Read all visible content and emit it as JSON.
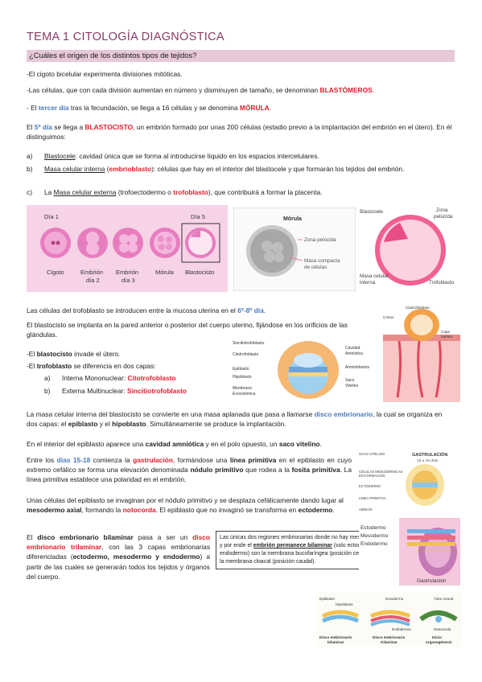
{
  "title": "TEMA 1 CITOLOGÍA DIAGNÓSTICA",
  "question": "¿Cuáles el origen de los distintos tipos de tejidos?",
  "p1": "-El cigoto bicelular experimenta divisiones mitóticas.",
  "p2": {
    "a": "-Las células, que con cada división aumentan en número y disminuyen de tamaño, se denominan ",
    "b": "BLASTÓMEROS",
    "c": "."
  },
  "p3": {
    "a": "- El ",
    "b": "tercer día",
    "c": " tras la fecundación, se llega a 16 células y se denomina ",
    "d": "MÓRULA",
    "e": "."
  },
  "p4": {
    "a": "El ",
    "b": "5º día",
    "c": " se llega a ",
    "d": "BLASTOCISTO",
    "e": ", un embrión formado por unas 200 células (estadio previo a la implantación del embrión en el útero). En él distinguimos:"
  },
  "list1": [
    {
      "m": "a)",
      "a": "Blastocele",
      "b": ": cavidad única que se forma al introducirse líquido en los espacios intercelulares."
    },
    {
      "m": "b)",
      "a": "Masa celular interna",
      "b": " (",
      "c": "embrioblasto",
      "d": "): células que hay en el interior del blastocele y que formarán los tejidos del embrión."
    },
    {
      "m": "c)",
      "a": "La ",
      "b": "Masa celular externa",
      "c": " (trofoectodermo o ",
      "d": "trofoblasto",
      "e": "), que contribuirá a formar la placenta."
    }
  ],
  "fig1": {
    "stages": [
      "Cigoto",
      "Embrión día 2",
      "Embrión día 3",
      "Mórula",
      "Blastocisto"
    ],
    "day1": "Día 1",
    "day5": "Día 5",
    "morula_title": "Mórula",
    "zona": "Zona pelúcida",
    "masa": "Masa compacta de células",
    "blastocele": "Blastocele",
    "zona2": "Zona pelúcida",
    "mci": "Masa celular interna",
    "trofo": "Trofoblasto"
  },
  "p5": {
    "a": "Las células del trofoblasto se introducen entre la mucosa uterina en el ",
    "b": "6º-8º día",
    "c": "."
  },
  "p6": "El blastocisto se implanta en la pared anterior o posterior del cuerpo uterino, fijándose en los orificios de las glándulas.",
  "p7": {
    "a": "-El ",
    "b": "blastocisto",
    "c": " invade el útero."
  },
  "p8": {
    "a": "-El ",
    "b": "trofoblasto",
    "c": " se diferencia en dos capas:"
  },
  "list2": [
    {
      "m": "a)",
      "a": "Interna Mononuclear: ",
      "b": "Citotrofoblasto"
    },
    {
      "m": "b)",
      "a": "Externa Multinuclear: ",
      "b": "Sincitiotrofoblasto"
    }
  ],
  "fig2": {
    "labels_left": [
      "Sincitiotrofoblasto",
      "Citotrofoblasto",
      "Epiblasto",
      "Hipoblasto",
      "Membrana Exocelómica"
    ],
    "labels_right": [
      "Cavidad Amniótica",
      "Amnioblastos",
      "Saco Vitelino"
    ]
  },
  "fig3": {
    "labels": [
      "Corion",
      "Sincitiotrofoblasto",
      "Citotrofoblasto",
      "Capa uterina"
    ]
  },
  "p9": {
    "a": "La masa celular interna del blastocisto se convierte en una masa aplanada que pasa a llamarse ",
    "b": "disco embrionario",
    "c": ", la cual se organiza en dos capas: el ",
    "d": "epiblasto",
    "e": " y el ",
    "f": "hipoblasto",
    "g": ". Simultáneamente se produce la implantación."
  },
  "p10": {
    "a": "En el interior del epiblasto aparece una ",
    "b": "cavidad amniótica",
    "c": " y en el polo opuesto, un ",
    "d": "saco vitelino",
    "e": "."
  },
  "p11": {
    "a": "Entre los ",
    "b": "días 15-18",
    "c": " comienza la ",
    "d": "gastrulación",
    "e": ", formándose una ",
    "f": "línea primitiva",
    "g": " en el epiblasto en cuyo extremo cefálico se forma una elevación denominada ",
    "h": "nódulo primitivo",
    "i": " que rodea a la ",
    "j": "fosita primitiva",
    "k": ". La línea primitiva establece una polaridad en el embrión."
  },
  "p12": {
    "a": "Unas células del epiblasto se invaginan por el nódulo primitivo y se desplaza cefálicamente dando lugar al ",
    "b": "mesodermo axial",
    "c": ", formando la ",
    "d": "notocorda",
    "e": ". El epiblasto que no invaginó se transforma en ",
    "f": "ectodermo",
    "g": "."
  },
  "p13": {
    "a": "El ",
    "b": "disco embrionario bilaminar",
    "c": " pasa a ser un ",
    "d": "disco embrionario trilaminar",
    "e": ", con las 3 capas embrionarias diferenciadas (",
    "f": "ectodermo, mesodermo y endodermo",
    "g": ") a partir de las cuales se generarán todos los tejidos y órganos del cuerpo."
  },
  "note": {
    "a": "Las únicas dos regiones embrionarias donde no hay mesodermo, y por ende el ",
    "b": "embrión permanece bilaminar",
    "c": " (solo ectodermo y endodermo) son la membrana bucofaríngea (posición cefálica) y la membrana cloacal (posición caudal)."
  },
  "fig4": {
    "title": "GASTRULACIÓN",
    "sub": "15 a 16 días",
    "labels": [
      "SACO VITELINO",
      "CÉLULAS MESODÉRMICAS EN FORMACIÓN",
      "ECTODERMO",
      "LÍNEA PRIMITIVA",
      "AMNIOS"
    ],
    "layers": [
      "Ectodermo",
      "Mesodermo",
      "Endodermo"
    ],
    "bottom": "Gastrulación"
  },
  "fig5": {
    "labels": [
      "Epiblasto",
      "Hipoblasto",
      "Ectodermo",
      "Endodermo",
      "Tubo neural",
      "Notocorda"
    ],
    "captions": [
      "Disco embrionario bilaminar",
      "Disco embrionario trilaminar",
      "Inicio organogénesis"
    ]
  }
}
